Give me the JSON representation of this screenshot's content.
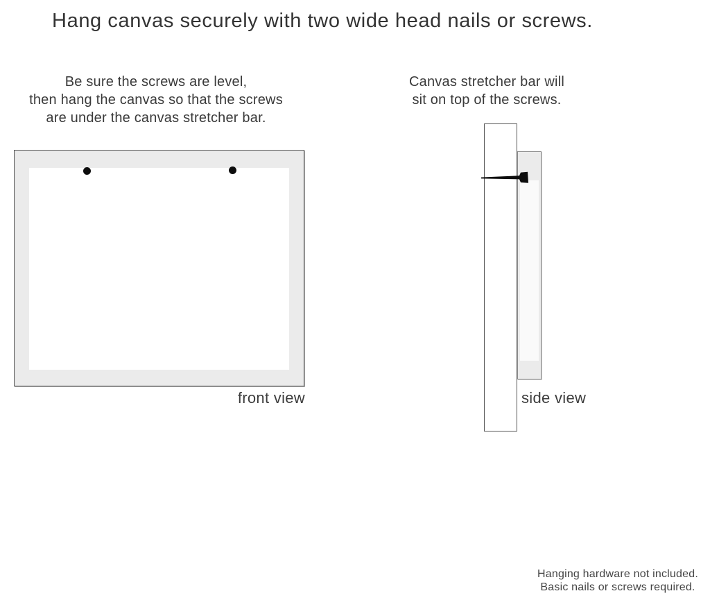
{
  "title": "Hang canvas securely with two wide head nails or screws.",
  "instructions": {
    "front": {
      "lines": [
        "Be sure the screws are level,",
        "then hang the canvas so that the screws",
        "are under the canvas stretcher bar."
      ]
    },
    "side": {
      "lines": [
        "Canvas stretcher bar will",
        "sit on top of the screws."
      ]
    }
  },
  "labels": {
    "front_view": "front view",
    "side_view": "side view"
  },
  "footer": {
    "lines": [
      "Hanging hardware not included.",
      "Basic nails or screws required."
    ]
  },
  "colors": {
    "text": "#3a3a3a",
    "canvas_edge_fill": "#ebebeb",
    "border_dark": "#555555",
    "border_light": "#919191",
    "nail_black": "#0d0d0d"
  }
}
